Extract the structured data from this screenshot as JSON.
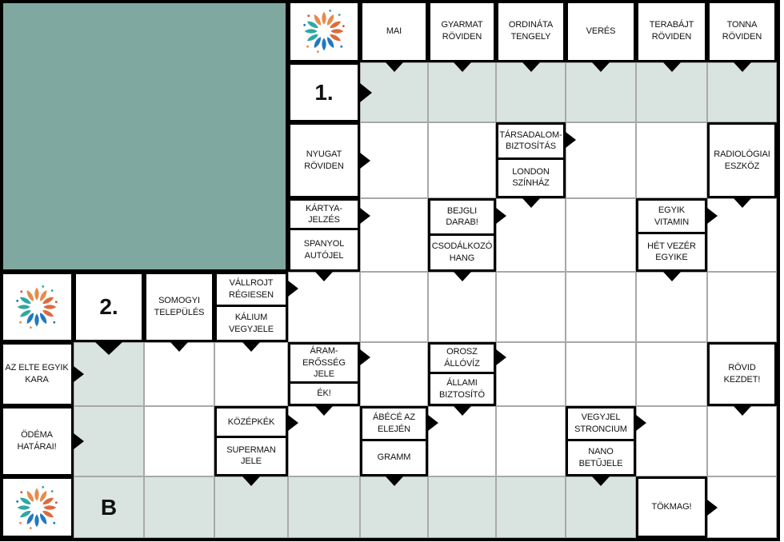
{
  "colors": {
    "teal_block": "#7fa8a1",
    "highlight": "#d9e4e0",
    "grid_line": "#a8a8a8",
    "clue_border": "#000000"
  },
  "logo": {
    "colors": {
      "top": "#e78b4b",
      "right": "#dc6b3e",
      "bottom": "#2278be",
      "left": "#2fa7a3"
    },
    "dots": [
      [
        -30,
        -30,
        "#d94f2b"
      ],
      [
        30,
        -32,
        "#2ea7a4"
      ],
      [
        34,
        30,
        "#2178be"
      ],
      [
        -32,
        30,
        "#e78b4b"
      ],
      [
        -38,
        -12,
        "#2178be"
      ],
      [
        38,
        -10,
        "#d94f2b"
      ],
      [
        12,
        -40,
        "#2ea7a4"
      ],
      [
        -12,
        40,
        "#e78b4b"
      ]
    ]
  },
  "grid": {
    "cols": [
      0,
      92,
      180,
      268,
      360,
      450,
      535,
      620,
      707,
      795,
      884,
      971
    ],
    "rows": [
      0,
      78,
      153,
      248,
      340,
      428,
      508,
      596,
      673
    ],
    "teal_block": {
      "col": 0,
      "row": 0,
      "colspan": 4,
      "rowspan": 4
    },
    "logos": [
      {
        "col": 4,
        "row": 0
      },
      {
        "col": 0,
        "row": 4
      },
      {
        "col": 0,
        "row": 7
      }
    ],
    "labels": [
      {
        "col": 4,
        "row": 1,
        "text": "1."
      },
      {
        "col": 1,
        "row": 4,
        "text": "2."
      },
      {
        "col": 1,
        "row": 7,
        "text": "B",
        "highlight": true
      }
    ],
    "clues": [
      {
        "col": 5,
        "row": 0,
        "text": "MAI"
      },
      {
        "col": 6,
        "row": 0,
        "text": "GYARMAT\nRÖVIDEN"
      },
      {
        "col": 7,
        "row": 0,
        "text": "ORDINÁTA\nTENGELY"
      },
      {
        "col": 8,
        "row": 0,
        "text": "VERÉS"
      },
      {
        "col": 9,
        "row": 0,
        "text": "TERABÁJT\nRÖVIDEN"
      },
      {
        "col": 10,
        "row": 0,
        "text": "TONNA\nRÖVIDEN"
      },
      {
        "col": 4,
        "row": 2,
        "text": "NYUGAT\nRÖVIDEN"
      },
      {
        "col": 10,
        "row": 2,
        "text": "RADIOLÓGIAI\nESZKÖZ"
      },
      {
        "col": 2,
        "row": 4,
        "text": "SOMOGYI\nTELEPÜLÉS"
      },
      {
        "col": 0,
        "row": 5,
        "text": "AZ ELTE EGYIK\nKARA"
      },
      {
        "col": 10,
        "row": 5,
        "text": "RÖVID\nKEZDET!"
      },
      {
        "col": 0,
        "row": 6,
        "text": "ÖDÉMA\nHATÁRAI!"
      },
      {
        "col": 9,
        "row": 7,
        "text": "TÖKMAG!"
      }
    ],
    "splits": [
      {
        "col": 7,
        "row": 2,
        "top_text": "TÁRSADALOM-\nBIZTOSÍTÁS",
        "bottom_text": "LONDON\nSZÍNHÁZ",
        "top_pct": 49
      },
      {
        "col": 4,
        "row": 3,
        "top_text": "KÁRTYA-JELZÉS",
        "bottom_text": "SPANYOL\nAUTÓJEL",
        "top_pct": 44
      },
      {
        "col": 6,
        "row": 3,
        "top_text": "BEJGLI\nDARAB!",
        "bottom_text": "CSODÁLKOZÓ\nHANG",
        "top_pct": 51
      },
      {
        "col": 9,
        "row": 3,
        "top_text": "EGYIK\nVITAMIN",
        "bottom_text": "HÉT VEZÉR\nEGYIKE",
        "top_pct": 49
      },
      {
        "col": 3,
        "row": 4,
        "top_text": "VÁLLROJT\nRÉGIESEN",
        "bottom_text": "KÁLIUM\nVEGYJELE",
        "top_pct": 50
      },
      {
        "col": 4,
        "row": 5,
        "top_text": "ÁRAM-\nERŐSSÉG JELE",
        "bottom_text": "ÉK!",
        "top_pct": 55
      },
      {
        "col": 6,
        "row": 5,
        "top_text": "OROSZ\nÁLLÓVÍZ",
        "bottom_text": "ÁLLAMI\nBIZTOSÍTÓ",
        "top_pct": 50
      },
      {
        "col": 3,
        "row": 6,
        "top_text": "KÖZÉPKÉK",
        "bottom_text": "SUPERMAN\nJELE",
        "top_pct": 45
      },
      {
        "col": 5,
        "row": 6,
        "top_text": "ÁBÉCÉ AZ\nELEJÉN",
        "bottom_text": "GRAMM",
        "top_pct": 50
      },
      {
        "col": 8,
        "row": 6,
        "top_text": "VEGYJEL\nSTRONCIUM",
        "bottom_text": "NANO\nBETŰJELE",
        "top_pct": 50
      }
    ],
    "answers": [
      {
        "col": 5,
        "row": 1,
        "highlight": true,
        "arrow_top": "normal",
        "arrow_left": "middle-big"
      },
      {
        "col": 6,
        "row": 1,
        "highlight": true,
        "arrow_top": "normal"
      },
      {
        "col": 7,
        "row": 1,
        "highlight": true,
        "arrow_top": "normal"
      },
      {
        "col": 8,
        "row": 1,
        "highlight": true,
        "arrow_top": "normal"
      },
      {
        "col": 9,
        "row": 1,
        "highlight": true,
        "arrow_top": "normal"
      },
      {
        "col": 10,
        "row": 1,
        "highlight": true,
        "arrow_top": "normal"
      },
      {
        "col": 5,
        "row": 2,
        "arrow_left": "middle"
      },
      {
        "col": 6,
        "row": 2
      },
      {
        "col": 8,
        "row": 2,
        "arrow_left": "upper"
      },
      {
        "col": 9,
        "row": 2
      },
      {
        "col": 5,
        "row": 3,
        "arrow_left": "upper"
      },
      {
        "col": 7,
        "row": 3,
        "arrow_top": "normal",
        "arrow_left": "upper"
      },
      {
        "col": 8,
        "row": 3
      },
      {
        "col": 10,
        "row": 3,
        "arrow_top": "normal",
        "arrow_left": "upper"
      },
      {
        "col": 4,
        "row": 4,
        "arrow_top": "normal",
        "arrow_left": "upper"
      },
      {
        "col": 5,
        "row": 4
      },
      {
        "col": 6,
        "row": 4,
        "arrow_top": "normal"
      },
      {
        "col": 7,
        "row": 4
      },
      {
        "col": 8,
        "row": 4
      },
      {
        "col": 9,
        "row": 4,
        "arrow_top": "normal"
      },
      {
        "col": 10,
        "row": 4
      },
      {
        "col": 1,
        "row": 5,
        "highlight": true,
        "arrow_top": "big",
        "arrow_left": "middle"
      },
      {
        "col": 2,
        "row": 5,
        "arrow_top": "normal"
      },
      {
        "col": 3,
        "row": 5,
        "arrow_top": "normal"
      },
      {
        "col": 5,
        "row": 5,
        "arrow_left": "upper"
      },
      {
        "col": 7,
        "row": 5,
        "arrow_left": "upper"
      },
      {
        "col": 8,
        "row": 5
      },
      {
        "col": 9,
        "row": 5
      },
      {
        "col": 1,
        "row": 6,
        "highlight": true,
        "arrow_left": "middle"
      },
      {
        "col": 2,
        "row": 6
      },
      {
        "col": 4,
        "row": 6,
        "arrow_top": "normal",
        "arrow_left": "upper"
      },
      {
        "col": 6,
        "row": 6,
        "arrow_top": "normal",
        "arrow_left": "upper"
      },
      {
        "col": 7,
        "row": 6
      },
      {
        "col": 9,
        "row": 6,
        "arrow_left": "upper"
      },
      {
        "col": 10,
        "row": 6,
        "arrow_top": "normal"
      },
      {
        "col": 2,
        "row": 7,
        "highlight": true
      },
      {
        "col": 3,
        "row": 7,
        "highlight": true,
        "arrow_top": "normal"
      },
      {
        "col": 4,
        "row": 7,
        "highlight": true
      },
      {
        "col": 5,
        "row": 7,
        "highlight": true,
        "arrow_top": "normal"
      },
      {
        "col": 6,
        "row": 7,
        "highlight": true
      },
      {
        "col": 7,
        "row": 7,
        "highlight": true
      },
      {
        "col": 8,
        "row": 7,
        "highlight": true,
        "arrow_top": "normal"
      },
      {
        "col": 10,
        "row": 7,
        "arrow_left": "middle"
      }
    ]
  }
}
